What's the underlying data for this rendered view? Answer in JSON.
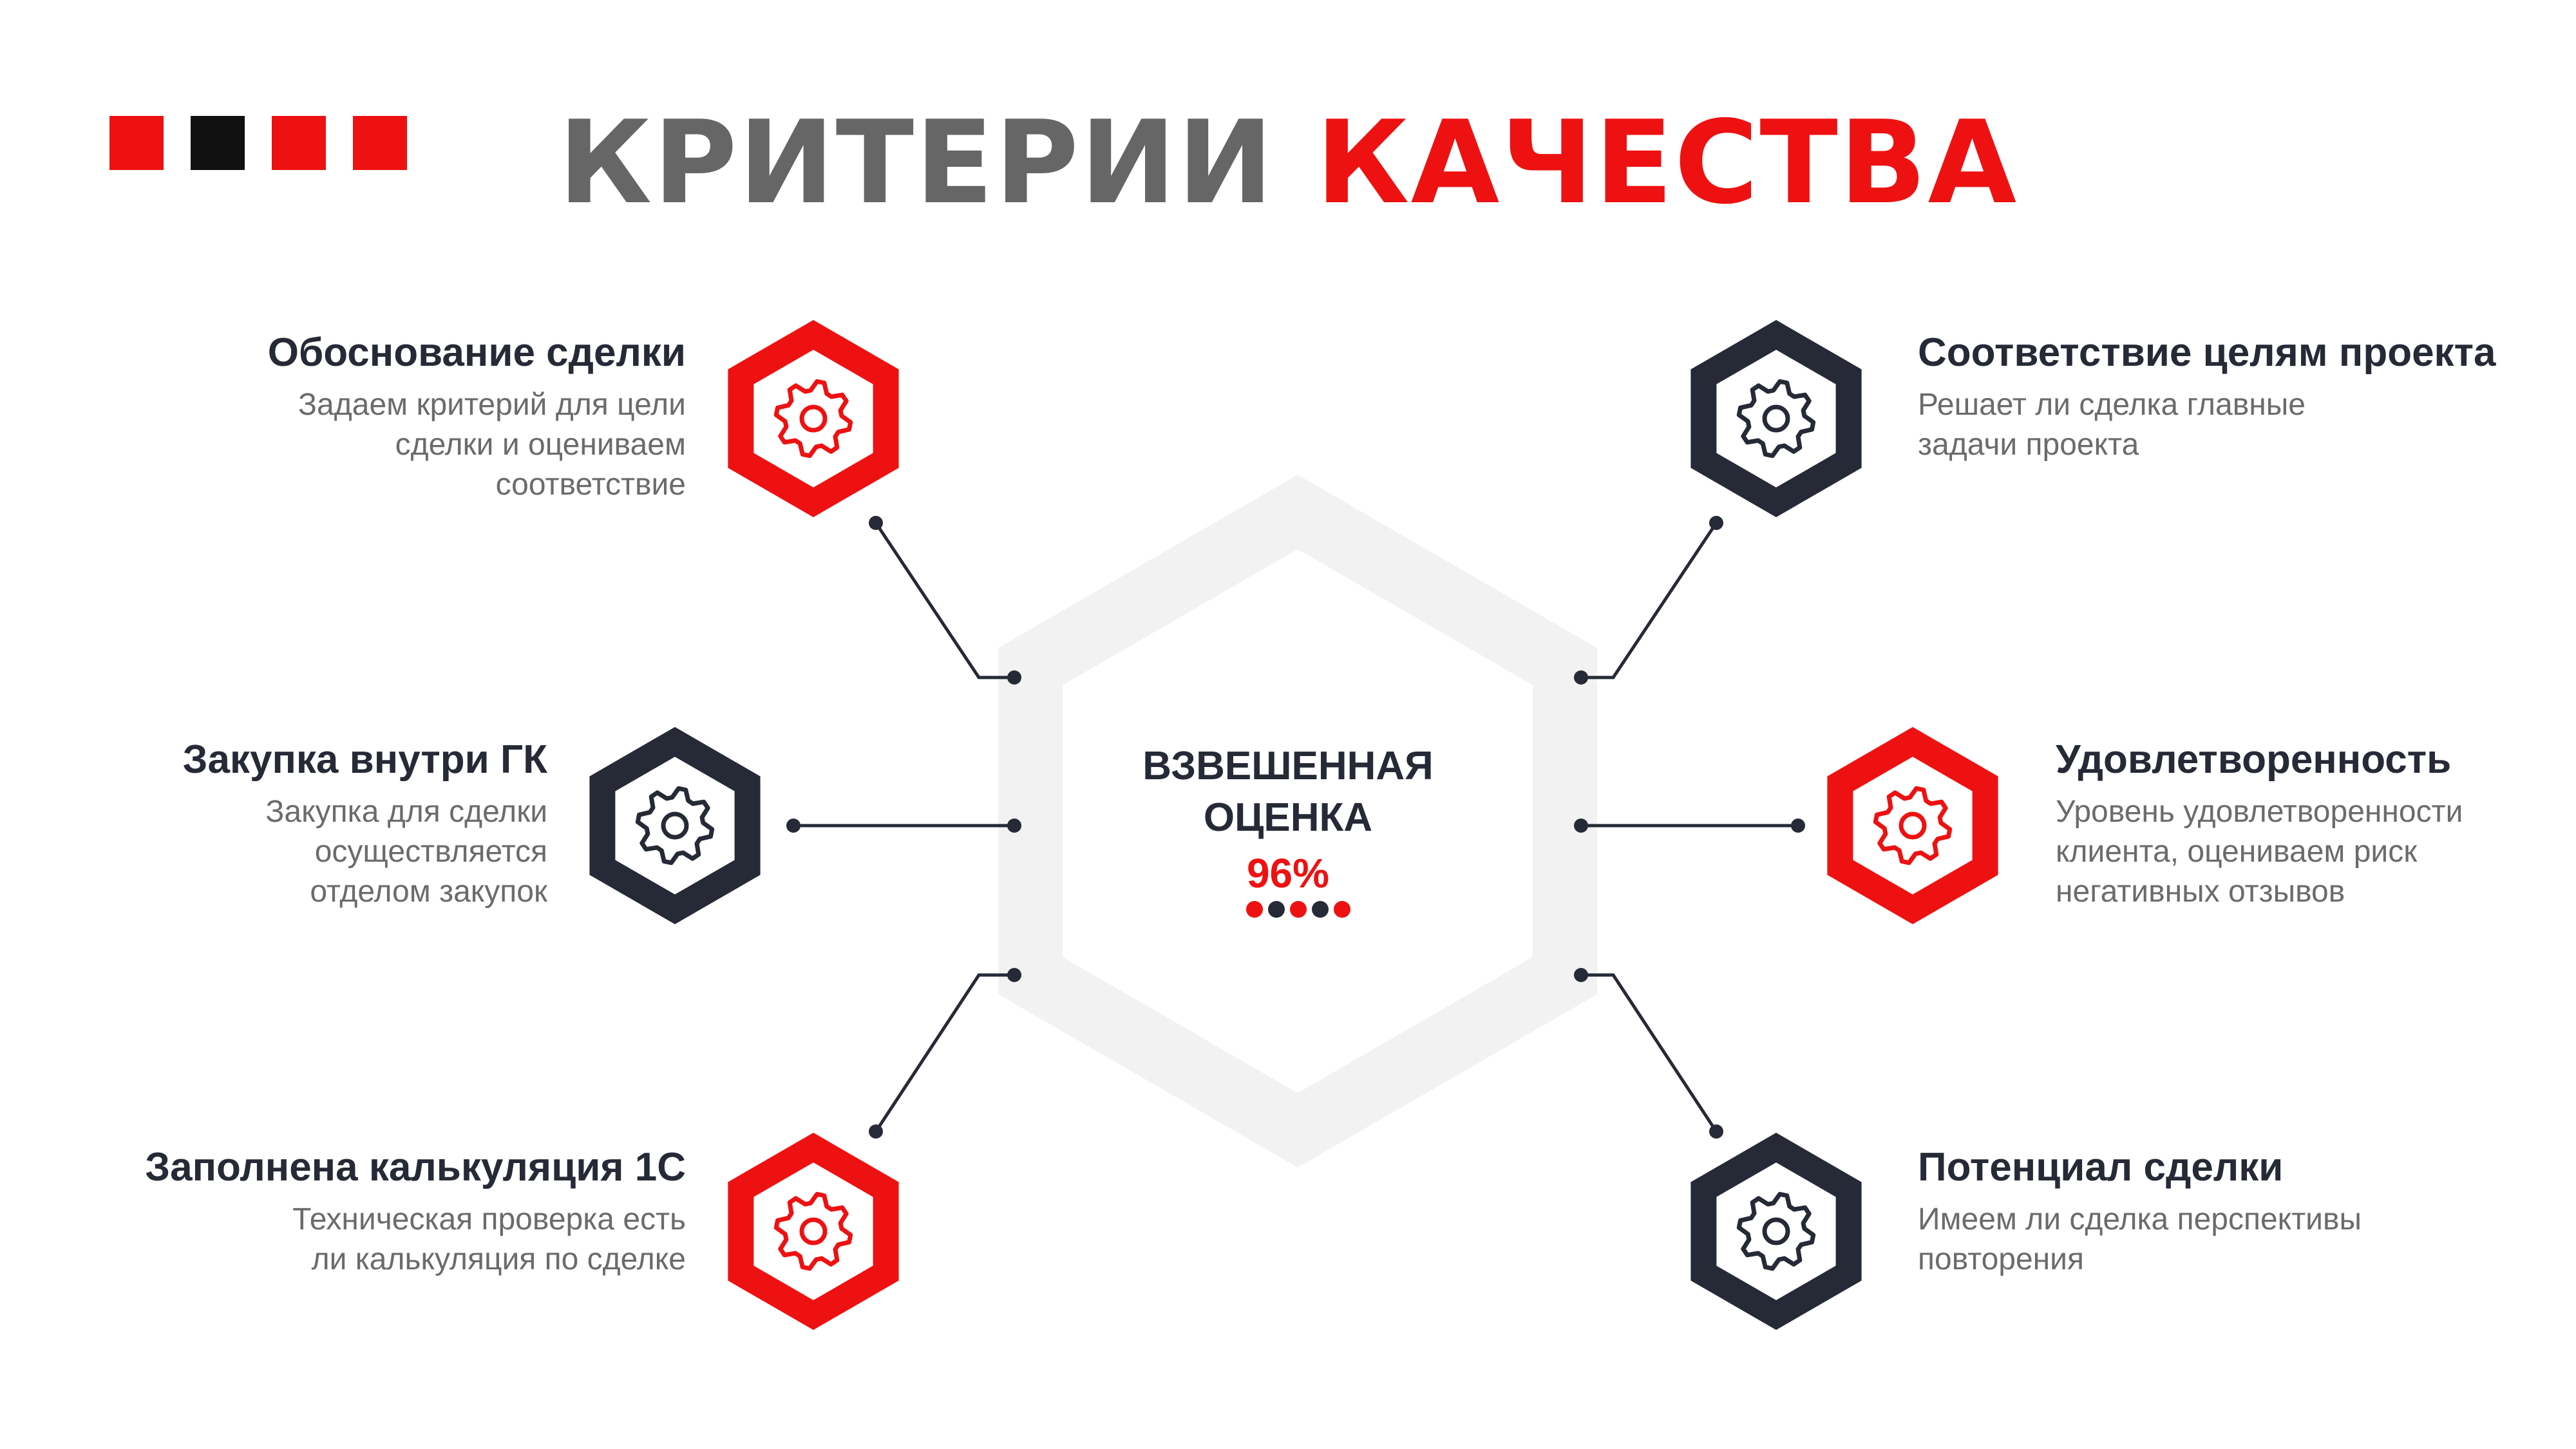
{
  "header": {
    "title_part1": "КРИТЕРИИ",
    "title_part2": "КАЧЕСТВА",
    "squares": [
      "#ee1111",
      "#111111",
      "#ee1111",
      "#ee1111"
    ]
  },
  "center": {
    "label_line1": "ВЗВЕШЕННАЯ",
    "label_line2": "ОЦЕНКА",
    "value": "96%",
    "dots": [
      "#ee1111",
      "#252a36",
      "#ee1111",
      "#252a36",
      "#ee1111"
    ]
  },
  "colors": {
    "red": "#ee1111",
    "dark": "#252a36",
    "center_hex": "#f2f2f2"
  },
  "criteria": [
    {
      "title": "Обоснование сделки",
      "desc": "Задаем критерий для цели сделки и оцениваем соответствие",
      "color": "red",
      "icon": "gear-icon"
    },
    {
      "title": "Закупка внутри ГК",
      "desc": "Закупка для сделки осуществляется отделом закупок",
      "color": "dark",
      "icon": "gear-icon"
    },
    {
      "title": "Заполнена калькуляция 1С",
      "desc": "Техническая проверка есть ли калькуляция по сделке",
      "color": "red",
      "icon": "gear-icon"
    },
    {
      "title": "Соответствие целям проекта",
      "desc": "Решает ли сделка главные задачи проекта",
      "color": "dark",
      "icon": "gear-icon"
    },
    {
      "title": "Удовлетворенность",
      "desc": "Уровень удовлетворенности клиента, оцениваем риск негативных отзывов",
      "color": "red",
      "icon": "gear-icon"
    },
    {
      "title": "Потенциал сделки",
      "desc": "Имеем ли сделка перспективы повторения",
      "color": "dark",
      "icon": "gear-icon"
    }
  ]
}
